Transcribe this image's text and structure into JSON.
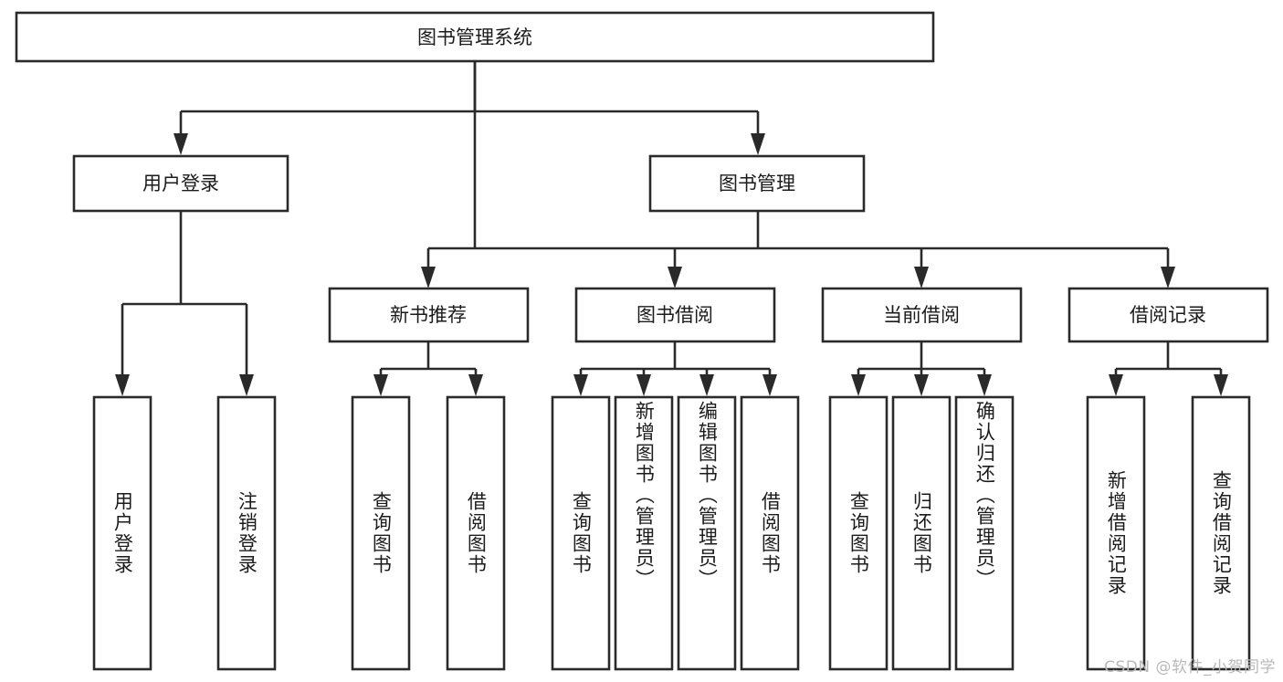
{
  "diagram": {
    "title": "图书管理系统",
    "type": "tree",
    "watermark": "CSDN @软件_小贺同学",
    "colors": {
      "stroke": "#2a2a2a",
      "fill": "#ffffff",
      "text": "#1b1b1b",
      "watermark": "#b9b9b9"
    },
    "levels": {
      "root": {
        "label": "图书管理系统"
      },
      "level2": [
        {
          "label": "用户登录"
        },
        {
          "label": "图书管理"
        }
      ],
      "level3": [
        {
          "label": "新书推荐"
        },
        {
          "label": "图书借阅"
        },
        {
          "label": "当前借阅"
        },
        {
          "label": "借阅记录"
        }
      ],
      "leaves": [
        {
          "label": "用户登录",
          "parent": "用户登录"
        },
        {
          "label": "注销登录",
          "parent": "用户登录"
        },
        {
          "label": "查询图书",
          "parent": "新书推荐"
        },
        {
          "label": "借阅图书",
          "parent": "新书推荐"
        },
        {
          "label": "查询图书",
          "parent": "图书借阅"
        },
        {
          "label": "新增图书（管理员）",
          "parent": "图书借阅"
        },
        {
          "label": "编辑图书（管理员）",
          "parent": "图书借阅"
        },
        {
          "label": "借阅图书",
          "parent": "图书借阅"
        },
        {
          "label": "查询图书",
          "parent": "当前借阅"
        },
        {
          "label": "归还图书",
          "parent": "当前借阅"
        },
        {
          "label": "确认归还（管理员）",
          "parent": "当前借阅"
        },
        {
          "label": "新增借阅记录",
          "parent": "借阅记录"
        },
        {
          "label": "查询借阅记录",
          "parent": "借阅记录"
        }
      ]
    }
  }
}
